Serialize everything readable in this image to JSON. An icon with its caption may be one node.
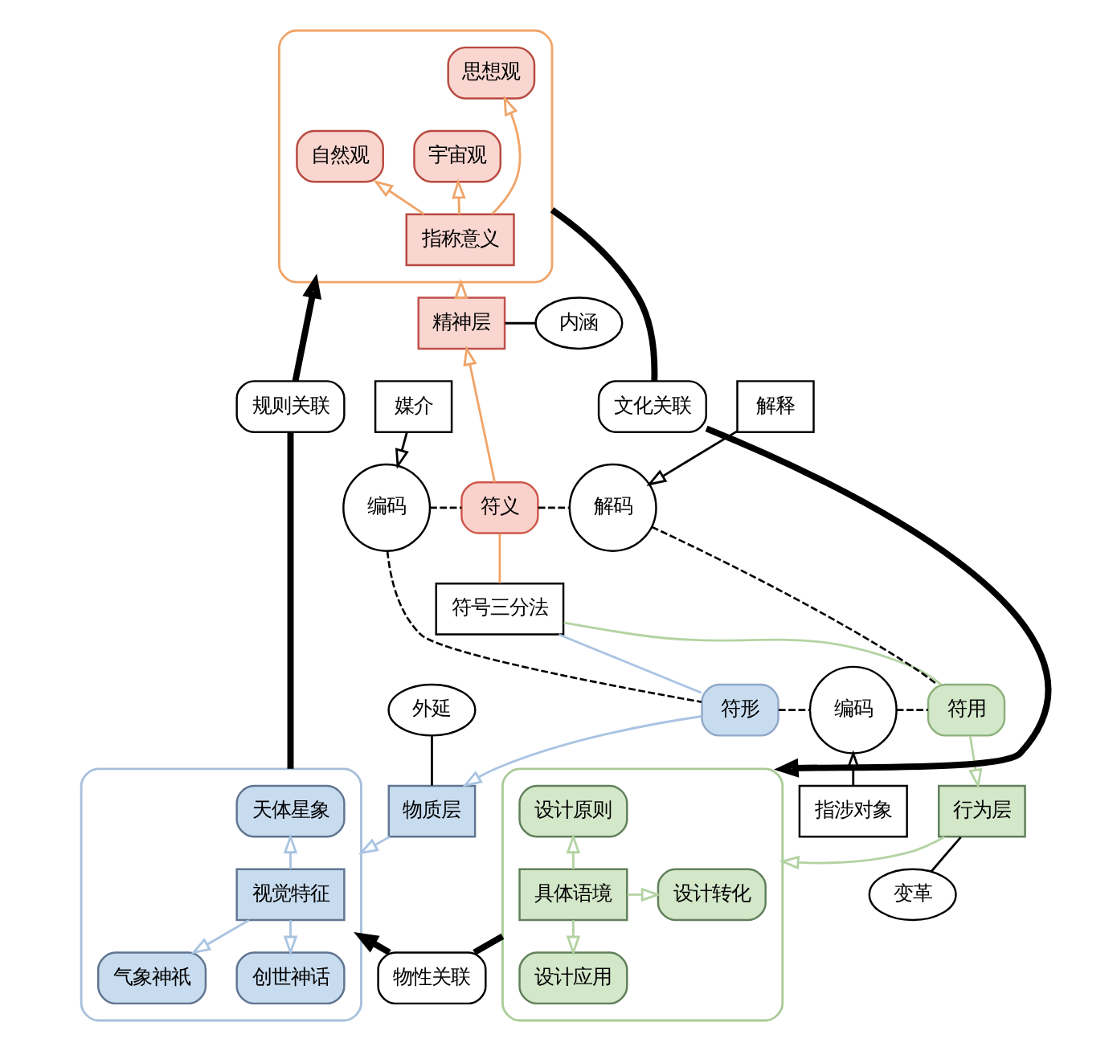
{
  "diagram": {
    "nodes": [
      {
        "text": [],
        "shape": "box"
      },
      {
        "text": [
          "思想观"
        ],
        "in": 0
      },
      {
        "text": [
          "自然观"
        ],
        "in": 0
      },
      {
        "text": [
          "指称意义"
        ],
        "in": 0
      },
      {
        "text": [
          "宇宙观"
        ],
        "in": 0
      },
      {
        "text": [
          "精神层"
        ]
      },
      {
        "text": [
          "内涵"
        ]
      },
      {
        "text": [
          "规则关联"
        ]
      },
      {
        "text": [
          "文化关联"
        ]
      },
      {
        "text": [
          "媒介"
        ]
      },
      {
        "text": [
          "解释"
        ]
      },
      {
        "text": [
          "符义"
        ]
      },
      {
        "text": [
          "编码"
        ]
      },
      {
        "text": [
          "解码"
        ]
      },
      {
        "text": [
          "符号三分法"
        ]
      },
      {
        "text": [
          "符形"
        ]
      },
      {
        "text": [
          "符用"
        ]
      },
      {
        "text": [
          "编码"
        ]
      },
      {
        "text": [
          "指涉对象"
        ]
      },
      {
        "text": [],
        "shape": "box"
      },
      {
        "text": [
          "天体星象"
        ],
        "in": 19
      },
      {
        "text": [
          "视觉特征"
        ],
        "in": 19
      },
      {
        "text": [
          "气象神祇"
        ],
        "in": 19
      },
      {
        "text": [
          "创世神话"
        ],
        "in": 19
      },
      {
        "text": [
          "外延"
        ]
      },
      {
        "text": [
          "物质层"
        ]
      },
      {
        "text": [
          "行为层"
        ]
      },
      {
        "text": [
          "变革"
        ]
      },
      {
        "text": [],
        "shape": "box"
      },
      {
        "text": [
          "设计原则"
        ],
        "in": 28
      },
      {
        "text": [
          "具体语境"
        ],
        "in": 28
      },
      {
        "text": [
          "设计转化"
        ],
        "in": 28
      },
      {
        "text": [
          "设计应用"
        ],
        "in": 28
      },
      {
        "text": [
          "物性关联"
        ]
      }
    ],
    "edges": [
      {
        "from": 3,
        "to": 1,
        "arrow": "to",
        "color": "#f0a468"
      },
      {
        "from": 3,
        "to": 2,
        "arrow": "to",
        "color": "#f0a468"
      },
      {
        "from": 3,
        "to": 4,
        "arrow": "to",
        "color": "#f0a468"
      },
      {
        "from": 5,
        "to": 0,
        "arrow": "to",
        "color": "#f0a468"
      },
      {
        "from": 5,
        "to": 6,
        "arrow": "none"
      },
      {
        "from": 19,
        "to": 7,
        "arrow": "none",
        "style": "thick"
      },
      {
        "from": 7,
        "to": 0,
        "arrow": "to",
        "style": "thick"
      },
      {
        "from": 0,
        "to": 8,
        "arrow": "none",
        "style": "thick"
      },
      {
        "from": 8,
        "to": 28,
        "arrow": "to",
        "style": "thick"
      },
      {
        "from": 28,
        "to": 33,
        "arrow": "none",
        "style": "thick"
      },
      {
        "from": 33,
        "to": 19,
        "arrow": "to",
        "style": "thick"
      },
      {
        "from": 14,
        "to": 11,
        "arrow": "none",
        "color": "#f0a468"
      },
      {
        "from": 11,
        "to": 5,
        "arrow": "to",
        "color": "#f0a468"
      },
      {
        "from": 14,
        "to": 15,
        "arrow": "none",
        "color": "#a9c3e2"
      },
      {
        "from": 15,
        "to": 25,
        "arrow": "to",
        "color": "#a9c3e2"
      },
      {
        "from": 14,
        "to": 16,
        "arrow": "none",
        "color": "#b3d3a2"
      },
      {
        "from": 16,
        "to": 26,
        "arrow": "to",
        "color": "#b3d3a2"
      },
      {
        "from": 9,
        "to": 12,
        "arrow": "to"
      },
      {
        "from": 10,
        "to": 13,
        "arrow": "to"
      },
      {
        "from": 18,
        "to": 17,
        "arrow": "to"
      },
      {
        "from": 25,
        "to": 19,
        "arrow": "to",
        "color": "#a9c3e2"
      },
      {
        "from": 26,
        "to": 28,
        "arrow": "to",
        "color": "#b3d3a2"
      },
      {
        "from": 25,
        "to": 24,
        "arrow": "none"
      },
      {
        "from": 26,
        "to": 27,
        "arrow": "none"
      },
      {
        "from": 21,
        "to": 20,
        "arrow": "to",
        "color": "#a9c3e2"
      },
      {
        "from": 21,
        "to": 22,
        "arrow": "to",
        "color": "#a9c3e2"
      },
      {
        "from": 21,
        "to": 23,
        "arrow": "to",
        "color": "#a9c3e2"
      },
      {
        "from": 30,
        "to": 29,
        "arrow": "to",
        "color": "#b3d3a2"
      },
      {
        "from": 30,
        "to": 31,
        "arrow": "to",
        "color": "#b3d3a2"
      },
      {
        "from": 30,
        "to": 32,
        "arrow": "to",
        "color": "#b3d3a2"
      },
      {
        "from": 12,
        "to": 11,
        "arrow": "none",
        "style": "dashed"
      },
      {
        "from": 11,
        "to": 13,
        "arrow": "none",
        "style": "dashed"
      },
      {
        "from": 12,
        "to": 15,
        "arrow": "none",
        "style": "dashed"
      },
      {
        "from": 15,
        "to": 17,
        "arrow": "none",
        "style": "dashed"
      },
      {
        "from": 17,
        "to": 16,
        "arrow": "none",
        "style": "dashed"
      },
      {
        "from": 13,
        "to": 16,
        "arrow": "none",
        "style": "dashed"
      }
    ]
  }
}
